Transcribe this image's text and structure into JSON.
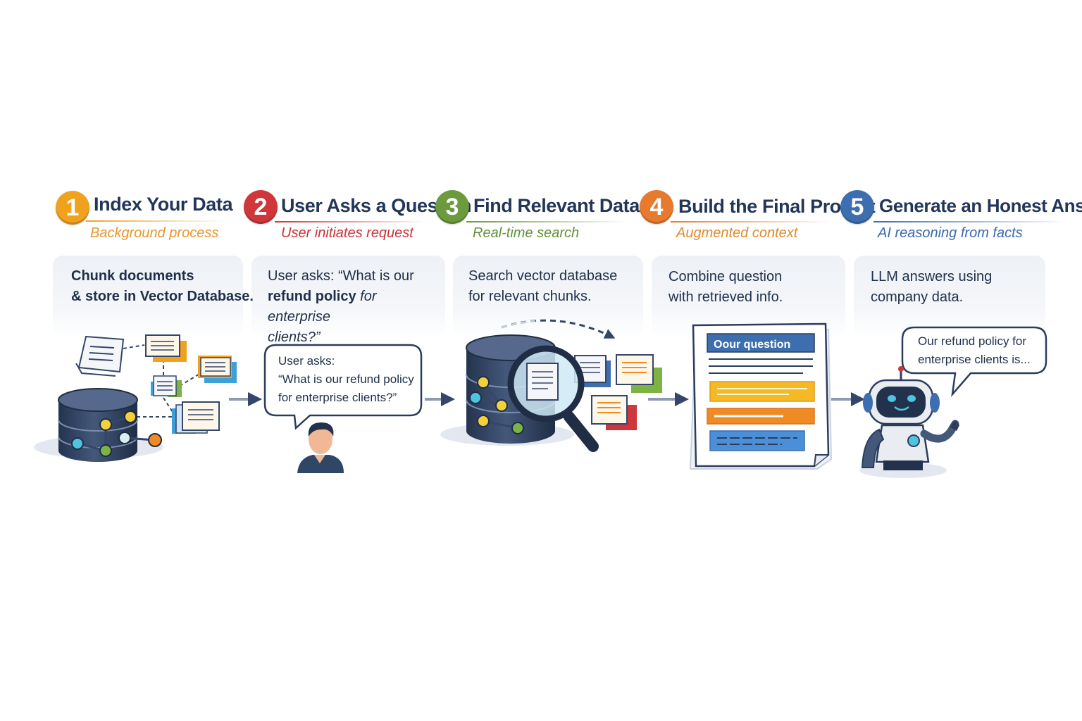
{
  "steps": [
    {
      "number": "1",
      "title": "Index Your Data",
      "subtitle": "Background process",
      "desc_line1": "Chunk documents",
      "desc_line2": "& store in Vector Database.",
      "color": "#f0a11e",
      "subtitle_color": "#e8962a"
    },
    {
      "number": "2",
      "title": "User Asks a Question",
      "subtitle": "User initiates request",
      "desc_a": "User asks: “What is our",
      "desc_b": "refund policy",
      "desc_c": " for enterprise",
      "desc_d": "clients?”",
      "bubble_line1": "User asks:",
      "bubble_line2": "“What is our refund policy",
      "bubble_line3": "for enterprise clients?”",
      "color": "#d0373a",
      "subtitle_color": "#c9333a"
    },
    {
      "number": "3",
      "title": "Find Relevant Data",
      "subtitle": "Real-time search",
      "desc_line1": "Search vector database",
      "desc_line2": "for relevant chunks.",
      "color": "#6b9a3f",
      "subtitle_color": "#5f9138"
    },
    {
      "number": "4",
      "title": "Build the Final Prompt",
      "subtitle": "Augmented context",
      "desc_line1": "Combine question",
      "desc_line2": "with retrieved info.",
      "doc_header": "Oour question",
      "color": "#e87a2e",
      "subtitle_color": "#e0892a"
    },
    {
      "number": "5",
      "title": "Generate an Honest Answer",
      "subtitle": "AI reasoning from facts",
      "desc_line1": "LLM answers using",
      "desc_line2": "company data.",
      "bubble_line1": "Our refund policy for",
      "bubble_line2": "enterprise clients is...",
      "color": "#3d6fb0",
      "subtitle_color": "#3a68ad"
    }
  ],
  "icons": {
    "database": "database-icon",
    "document": "document-icon",
    "user": "user-avatar-icon",
    "magnifier": "magnifier-icon",
    "prompt": "prompt-document-icon",
    "robot": "robot-icon",
    "arrow": "arrow-right-icon"
  }
}
